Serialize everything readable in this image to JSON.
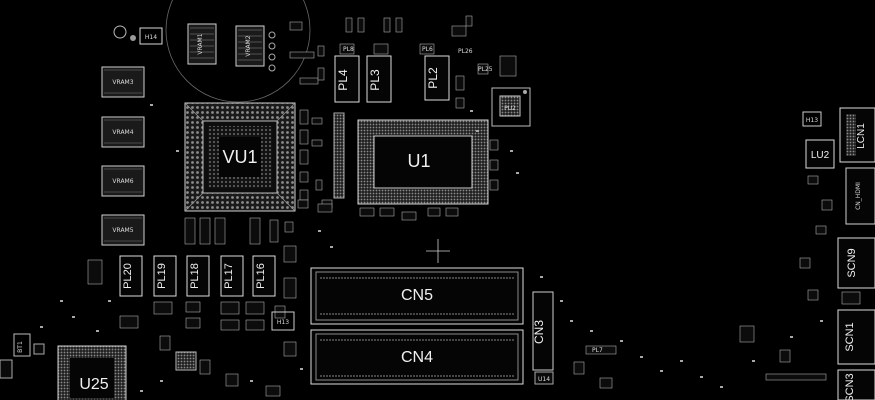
{
  "labels": {
    "h14": "H14",
    "vram1": "VRAM1",
    "vram2": "VRAM2",
    "vram3": "VRAM3",
    "vram4": "VRAM4",
    "vram6": "VRAM6",
    "vram5": "VRAM5",
    "vu1": "VU1",
    "u1": "U1",
    "pl4": "PL4",
    "pl3": "PL3",
    "pl2": "PL2",
    "pu2": "PU2",
    "h13_top": "H13",
    "lu2": "LU2",
    "lcn1": "LCN1",
    "cn_hdmi": "CN_HDMI",
    "scn9": "SCN9",
    "scn1": "SCN1",
    "scn3": "SCN3",
    "pl20": "PL20",
    "pl19": "PL19",
    "pl18": "PL18",
    "pl17": "PL17",
    "pl16": "PL16",
    "h13_bottom": "H13",
    "cn5": "CN5",
    "cn4": "CN4",
    "cn3": "CN3",
    "u25": "U25",
    "bt1": "BT1",
    "pl7": "PL7",
    "u14": "U14",
    "pl25": "PL25",
    "pl26": "PL26",
    "pl8": "PL8",
    "pl6": "PL6"
  }
}
